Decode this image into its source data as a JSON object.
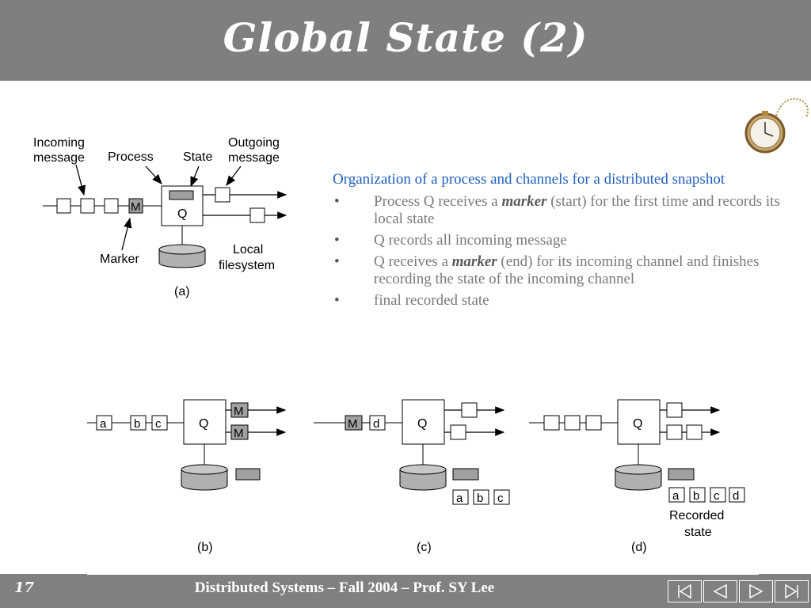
{
  "slide": {
    "title": "Global State (2)",
    "page_number": "17",
    "footer": "Distributed Systems – Fall 2004 – Prof. SY Lee"
  },
  "diagram_a": {
    "label_incoming": [
      "Incoming",
      "message"
    ],
    "label_process": "Process",
    "label_state": "State",
    "label_outgoing": [
      "Outgoing",
      "message"
    ],
    "label_marker": "Marker",
    "label_local": [
      "Local",
      "filesystem"
    ],
    "process_name": "Q",
    "marker_letter": "M",
    "caption": "(a)"
  },
  "text": {
    "lead": "Organization of a process and channels for a distributed snapshot",
    "bullets": [
      {
        "pre": "Process Q receives a ",
        "em": "marker",
        "post": " (start) for the first time and records its local state"
      },
      {
        "pre": "Q records all incoming message",
        "em": "",
        "post": ""
      },
      {
        "pre": "Q receives a ",
        "em": "marker",
        "post": " (end) for its incoming channel and finishes recording the state of the incoming channel"
      },
      {
        "pre": "final recorded state",
        "em": "",
        "post": ""
      }
    ],
    "bullet_char": "•"
  },
  "diagram_b": {
    "messages": [
      "a",
      "b",
      "c"
    ],
    "process_name": "Q",
    "outgoing": [
      "M",
      "M"
    ],
    "caption": "(b)"
  },
  "diagram_c": {
    "messages": [
      "M",
      "d"
    ],
    "process_name": "Q",
    "recorded": [
      "a",
      "b",
      "c"
    ],
    "caption": "(c)"
  },
  "diagram_d": {
    "process_name": "Q",
    "recorded": [
      "a",
      "b",
      "c",
      "d"
    ],
    "recorded_label": [
      "Recorded",
      "state"
    ],
    "caption": "(d)"
  },
  "navigation": [
    "first-icon",
    "previous-icon",
    "next-icon",
    "last-icon"
  ],
  "colors": {
    "title_bar": "#7f7f7f",
    "lead_text": "#1f5fbf",
    "bullet_text": "#7a7a7a",
    "marker_fill": "#a0a0a0"
  }
}
